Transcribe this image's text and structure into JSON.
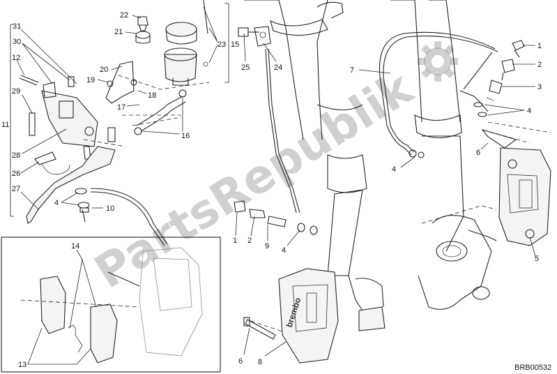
{
  "diagram": {
    "doc_ref": "BRB00532",
    "watermark_text": "PartsRepublik",
    "callouts": [
      {
        "id": "c1",
        "text": "1"
      },
      {
        "id": "c2",
        "text": "2"
      },
      {
        "id": "c3",
        "text": "3"
      },
      {
        "id": "c4a",
        "text": "4"
      },
      {
        "id": "c5",
        "text": "5"
      },
      {
        "id": "c6a",
        "text": "6"
      },
      {
        "id": "c7",
        "text": "7"
      },
      {
        "id": "c4b",
        "text": "4"
      },
      {
        "id": "c1b",
        "text": "1"
      },
      {
        "id": "c2b",
        "text": "2"
      },
      {
        "id": "c9",
        "text": "9"
      },
      {
        "id": "c4c",
        "text": "4"
      },
      {
        "id": "c6b",
        "text": "6"
      },
      {
        "id": "c8",
        "text": "8"
      },
      {
        "id": "c25",
        "text": "25"
      },
      {
        "id": "c24",
        "text": "24"
      },
      {
        "id": "c22",
        "text": "22"
      },
      {
        "id": "c21",
        "text": "21"
      },
      {
        "id": "c23",
        "text": "23"
      },
      {
        "id": "c15",
        "text": "15"
      },
      {
        "id": "c20",
        "text": "20"
      },
      {
        "id": "c19",
        "text": "19"
      },
      {
        "id": "c18",
        "text": "18"
      },
      {
        "id": "c17",
        "text": "17"
      },
      {
        "id": "c16",
        "text": "16"
      },
      {
        "id": "c31",
        "text": "31"
      },
      {
        "id": "c30",
        "text": "30"
      },
      {
        "id": "c12",
        "text": "12"
      },
      {
        "id": "c29",
        "text": "29"
      },
      {
        "id": "c11",
        "text": "11"
      },
      {
        "id": "c28",
        "text": "28"
      },
      {
        "id": "c26",
        "text": "26"
      },
      {
        "id": "c27",
        "text": "27"
      },
      {
        "id": "c4d",
        "text": "4"
      },
      {
        "id": "c10",
        "text": "10"
      },
      {
        "id": "c14",
        "text": "14"
      },
      {
        "id": "c13",
        "text": "13"
      }
    ]
  }
}
